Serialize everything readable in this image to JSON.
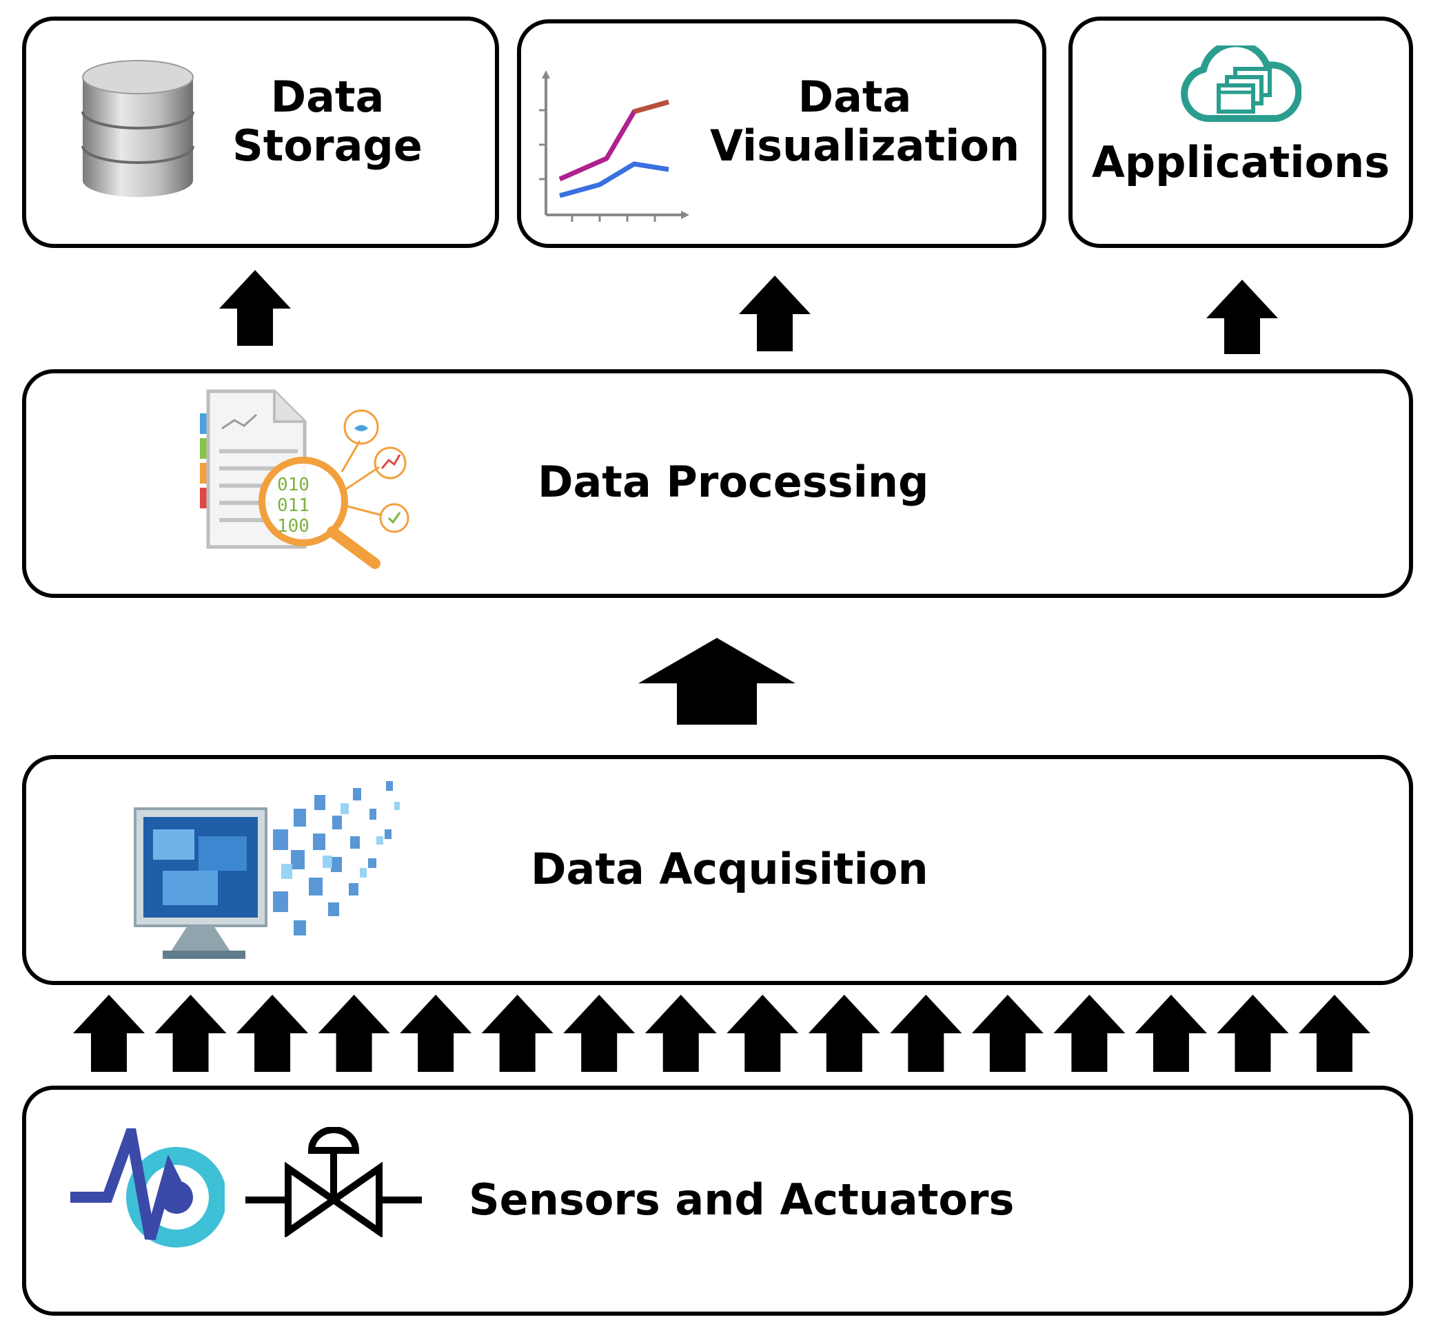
{
  "boxes": {
    "storage": {
      "line1": "Data",
      "line2": "Storage"
    },
    "visualization": {
      "line1": "Data",
      "line2": "Visualization"
    },
    "applications": {
      "label": "Applications"
    },
    "processing": {
      "label": "Data Processing"
    },
    "acquisition": {
      "label": "Data Acquisition"
    },
    "sensors": {
      "label": "Sensors and Actuators"
    }
  },
  "icons": {
    "storage": "database-icon",
    "visualization": "line-chart-icon",
    "applications": "cloud-apps-icon",
    "processing": "document-magnifier-icon",
    "acquisition": "monitor-data-icon",
    "sensor": "sensor-icon",
    "actuator": "valve-icon"
  },
  "colors": {
    "chart_line_1": "#b0208e",
    "chart_line_1_end": "#b5503a",
    "chart_line_2": "#3a6fe0",
    "cloud": "#2a9d8f",
    "magnifier": "#f2a03d",
    "sensor_wave": "#3b4aa8",
    "sensor_ring": "#3ec0d6"
  },
  "sensor_arrow_count": 16
}
